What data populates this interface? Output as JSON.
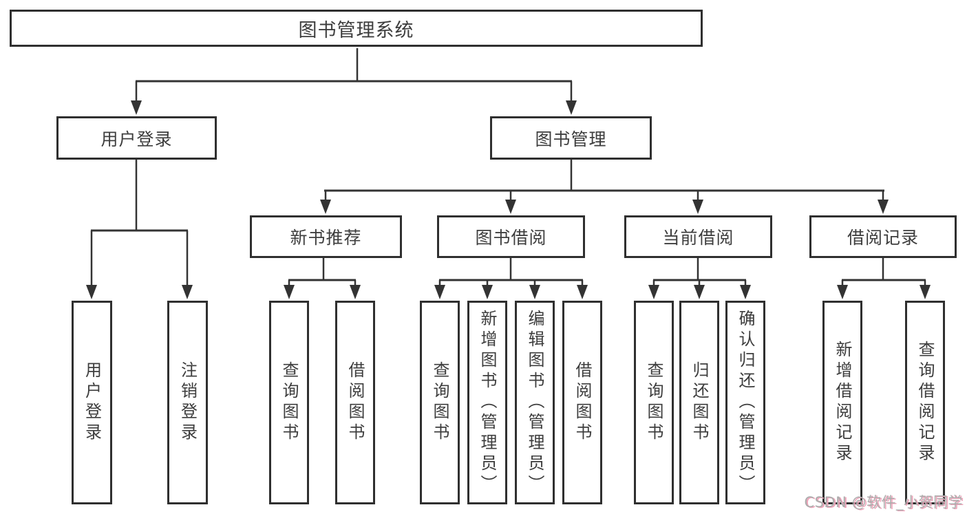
{
  "diagram": {
    "root_label": "图书管理系统",
    "user_login": {
      "label": "用户登录",
      "children": [
        "用户登录",
        "注销登录"
      ]
    },
    "book_mgmt": {
      "label": "图书管理"
    },
    "new_book_rec": {
      "label": "新书推荐",
      "children": [
        "查询图书",
        "借阅图书"
      ]
    },
    "book_borrow": {
      "label": "图书借阅",
      "children": [
        "查询图书",
        "新增图书（管理员）",
        "编辑图书（管理员）",
        "借阅图书"
      ]
    },
    "current_borrow": {
      "label": "当前借阅",
      "children": [
        "查询图书",
        "归还图书",
        "确认归还（管理员）"
      ]
    },
    "borrow_records": {
      "label": "借阅记录",
      "children": [
        "新增借阅记录",
        "查询借阅记录"
      ]
    }
  },
  "watermark": {
    "text": "CSDN @软件_小贺同学"
  },
  "colors": {
    "line": "#333333",
    "box_border": "#2f2f2f",
    "text": "#3d3d3d",
    "box_bg": "#ffffff",
    "watermark_gray": "#adadad",
    "watermark_pink": "#efa3b9"
  }
}
